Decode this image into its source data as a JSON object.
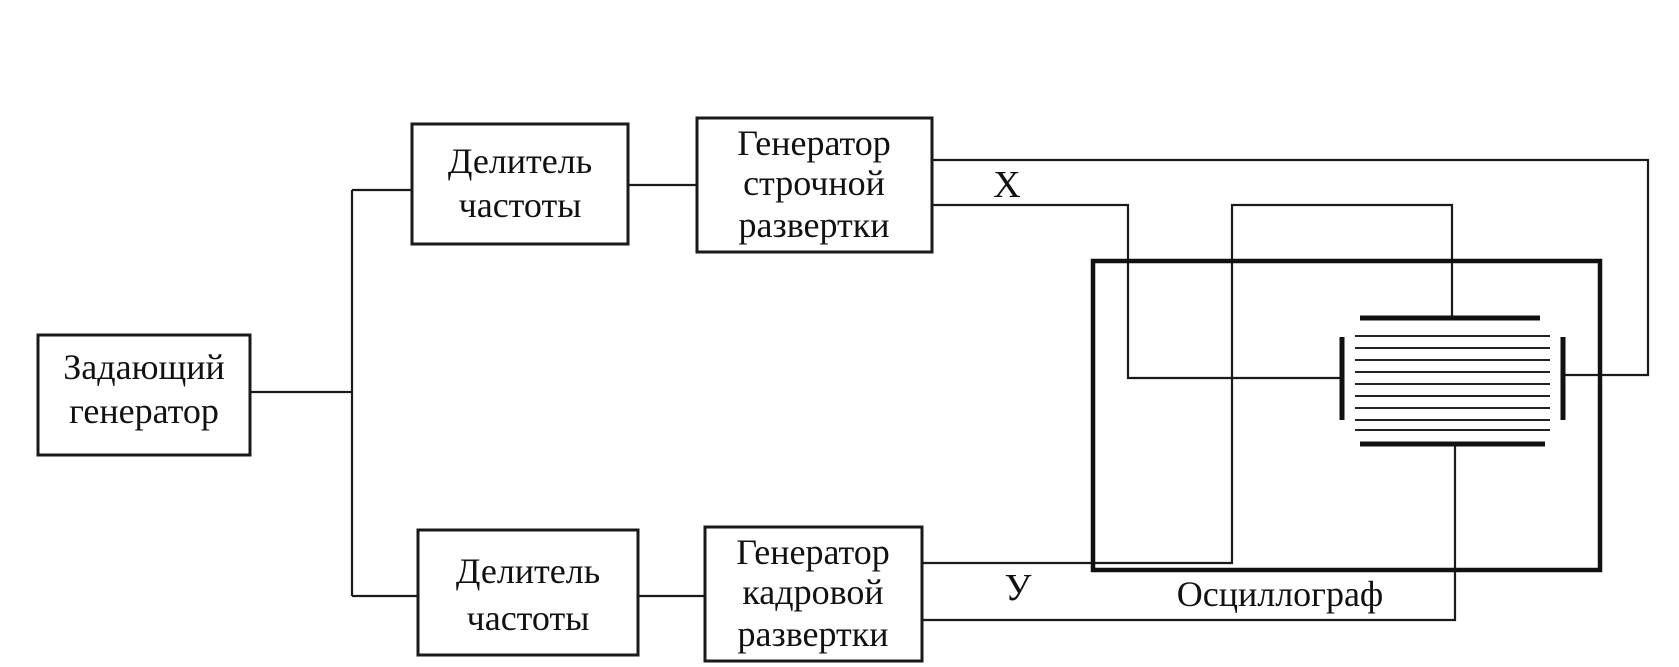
{
  "blocks": {
    "master_generator": [
      "Задающий",
      "генератор"
    ],
    "divider_top": [
      "Делитель",
      "частоты"
    ],
    "divider_bottom": [
      "Делитель",
      "частоты"
    ],
    "line_scan_generator": [
      "Генератор",
      "строчной",
      "развертки"
    ],
    "frame_scan_generator": [
      "Генератор",
      "кадровой",
      "развертки"
    ]
  },
  "signals": {
    "x": "X",
    "y": "У"
  },
  "oscilloscope_label": "Осциллограф",
  "colors": {
    "ink": "#1a1a1a",
    "background": "#ffffff"
  }
}
